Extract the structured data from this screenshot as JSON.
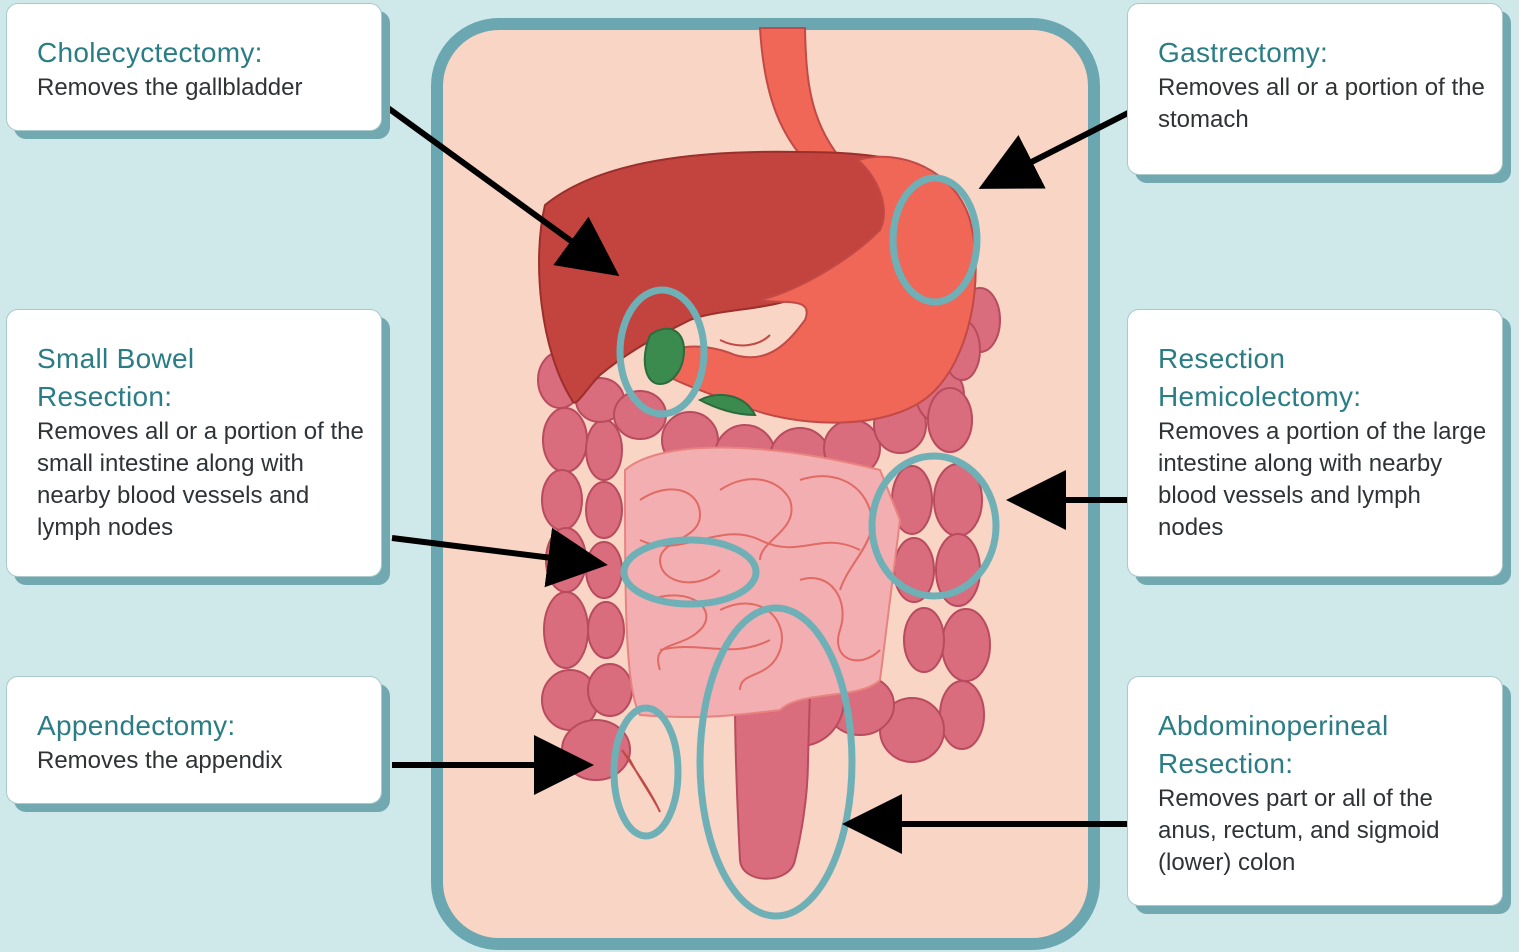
{
  "callouts": {
    "cholecystectomy": {
      "title": "Cholecyctectomy:",
      "desc": "Removes the gallbladder"
    },
    "gastrectomy": {
      "title": "Gastrectomy:",
      "desc": "Removes all or a portion of the stomach"
    },
    "small_bowel": {
      "title_line1": "Small Bowel",
      "title_line2": "Resection:",
      "desc": "Removes all or a portion of the small intestine along with nearby blood vessels and lymph nodes"
    },
    "hemicolectomy": {
      "title_line1": "Resection",
      "title_line2": "Hemicolectomy:",
      "desc": "Removes a portion of the large intestine along with nearby blood vessels and lymph nodes"
    },
    "appendectomy": {
      "title": "Appendectomy:",
      "desc": "Removes the appendix"
    },
    "apr": {
      "title_line1": "Abdominoperineal",
      "title_line2": "Resection:",
      "desc": "Removes part or all of the anus, rectum, and sigmoid (lower) colon"
    }
  },
  "colors": {
    "background": "#cfe8ea",
    "panel_fill": "#f8d5c4",
    "panel_border": "#6ba7b0",
    "liver": "#c3443e",
    "stomach": "#f06657",
    "gallbladder": "#3b8b4f",
    "colon": "#d96c7d",
    "small_intestine": "#f3aeb1",
    "highlight_ring": "#6fb0b7",
    "arrow": "#000000",
    "title_text": "#2a7d84"
  }
}
